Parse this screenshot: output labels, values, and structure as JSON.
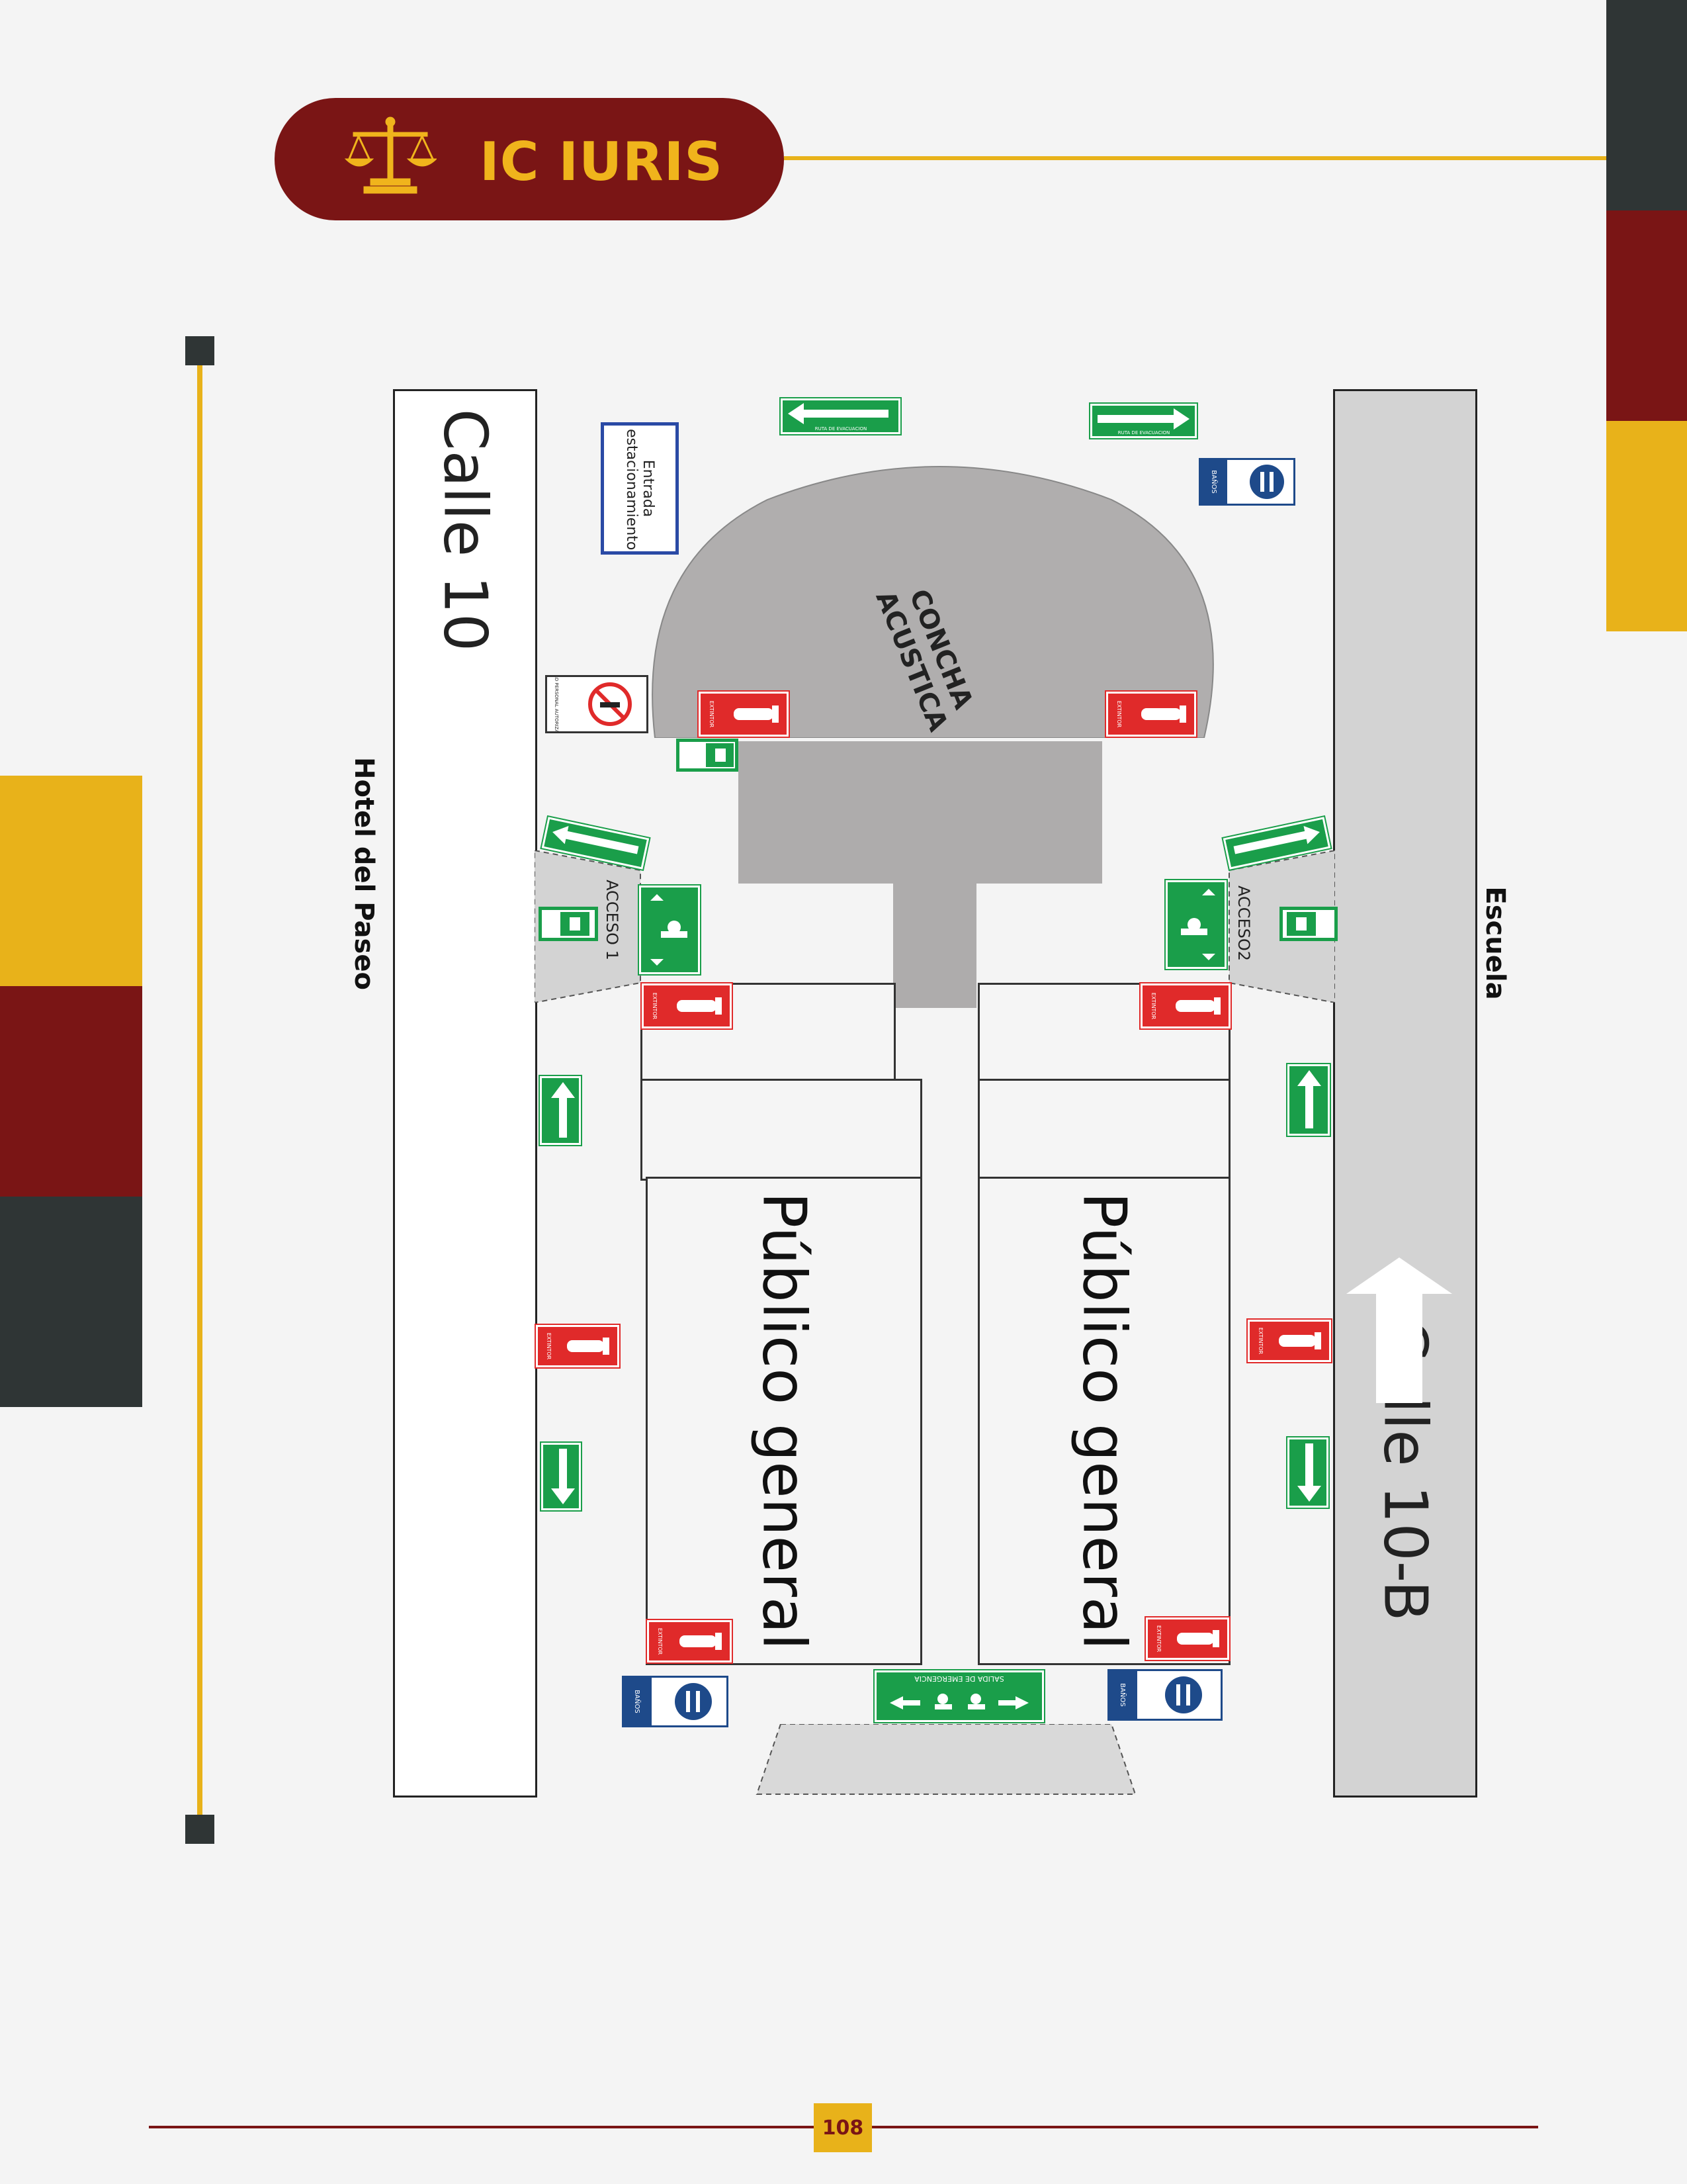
{
  "header": {
    "brand": "IC IURIS",
    "logo_icon": "scales-of-justice-icon"
  },
  "colors": {
    "maroon": "#7a1515",
    "gold": "#e8b21a",
    "charcoal": "#2f3535",
    "green": "#1a9e4a",
    "red": "#e02a2a",
    "blue": "#1e4a8a"
  },
  "map": {
    "street_left": "Calle 10",
    "street_right": "Calle 10-B",
    "landmark_left": "Hotel del Paseo",
    "landmark_right": "Escuela",
    "parking_entrance": "Entrada estacionamiento",
    "stage": "CONCHA ACUSTICA",
    "access_1": "ACCESO 1",
    "access_2": "ACCESO2",
    "audience_left": "Público general",
    "audience_right": "Público general",
    "evac_route": "RUTA DE EVACUACION",
    "extinguisher": "EXTINTOR",
    "restrooms": "BAÑOS",
    "emergency_exit": "SALIDA DE EMERGENCIA",
    "restricted": "SOLO PERSONAL AUTORIZADO"
  },
  "footer": {
    "page_number": "108"
  }
}
